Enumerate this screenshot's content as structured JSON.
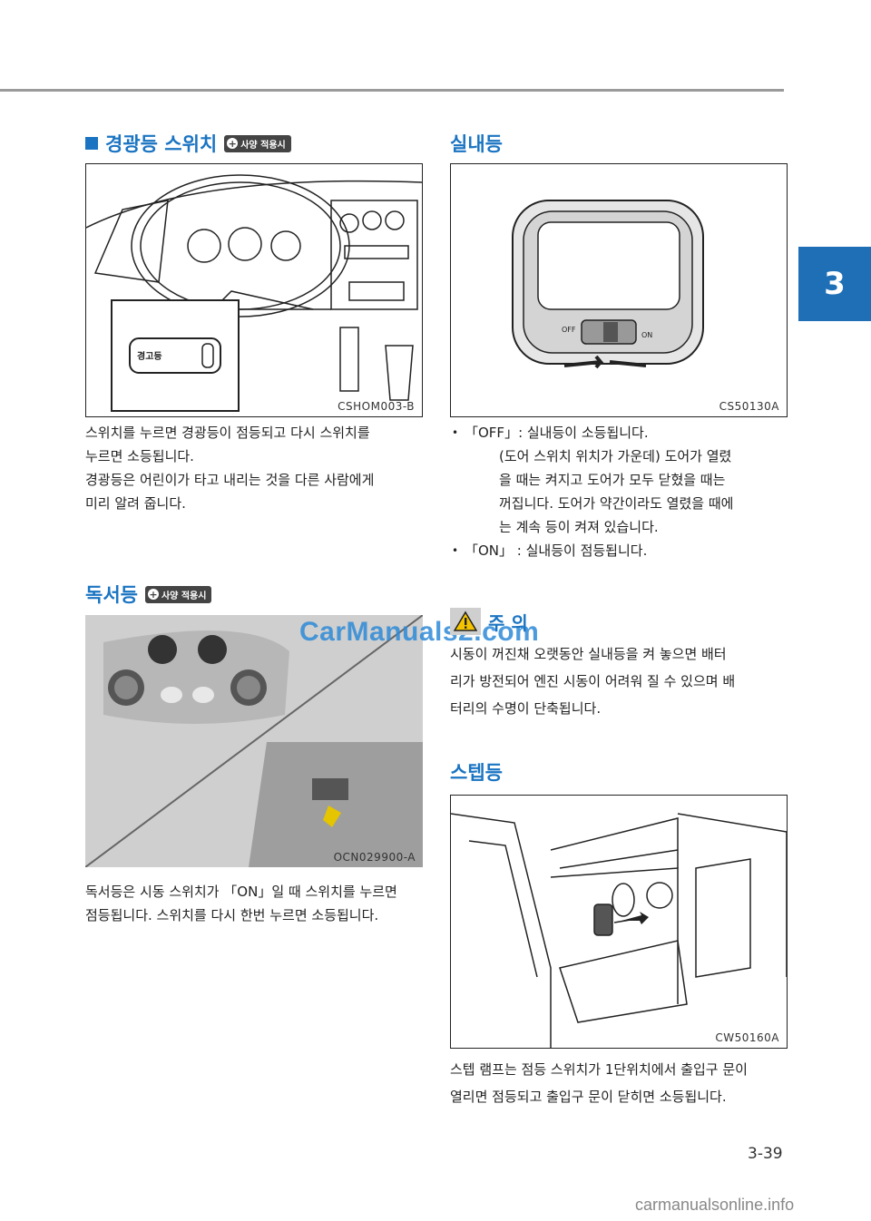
{
  "chapter_tab": "3",
  "left": {
    "hazard": {
      "title": "경광등 스위치",
      "badge": "사양 적용시",
      "figure_code": "CSHOM003-B",
      "inset_label": "경고등",
      "body": [
        "스위치를 누르면 경광등이 점등되고 다시 스위치를",
        "누르면 소등됩니다.",
        "경광등은 어린이가 타고 내리는 것을 다른 사람에게",
        "미리 알려 줍니다."
      ]
    },
    "reading": {
      "title": "독서등",
      "badge": "사양 적용시",
      "figure_code": "OCN029900-A",
      "body": [
        "독서등은 시동 스위치가 「ON」일 때 스위치를 누르면",
        "점등됩니다. 스위치를 다시 한번 누르면 소등됩니다."
      ]
    }
  },
  "right": {
    "room": {
      "title": "실내등",
      "figure_code": "CS50130A",
      "switch_off": "OFF",
      "switch_on": "ON",
      "bullets": [
        {
          "text": "「OFF」: 실내등이 소등됩니다.",
          "sub": [
            "(도어 스위치 위치가 가운데) 도어가 열렸",
            "을 때는 켜지고 도어가 모두 닫혔을 때는",
            "꺼집니다. 도어가 약간이라도 열렸을 때에",
            "는 계속 등이 켜져 있습니다."
          ]
        },
        {
          "text": "「ON」 : 실내등이 점등됩니다.",
          "sub": []
        }
      ]
    },
    "caution": {
      "title": "주 의",
      "body": [
        "시동이 꺼진채 오랫동안 실내등을 켜 놓으면 배터",
        "리가 방전되어 엔진 시동이 어려워 질 수 있으며 배",
        "터리의 수명이 단축됩니다."
      ]
    },
    "step": {
      "title": "스텝등",
      "figure_code": "CW50160A",
      "body": [
        "스텝 램프는 점등 스위치가 1단위치에서 출입구 문이",
        "열리면 점등되고 출입구 문이 닫히면 소등됩니다."
      ]
    }
  },
  "page_number": "3-39",
  "watermark": "CarManuals2.com",
  "footer_watermark": "carmanualsonline.info",
  "colors": {
    "accent": "#1a74c2",
    "tab": "#1f6fb6",
    "rule": "#9a9a9a"
  }
}
